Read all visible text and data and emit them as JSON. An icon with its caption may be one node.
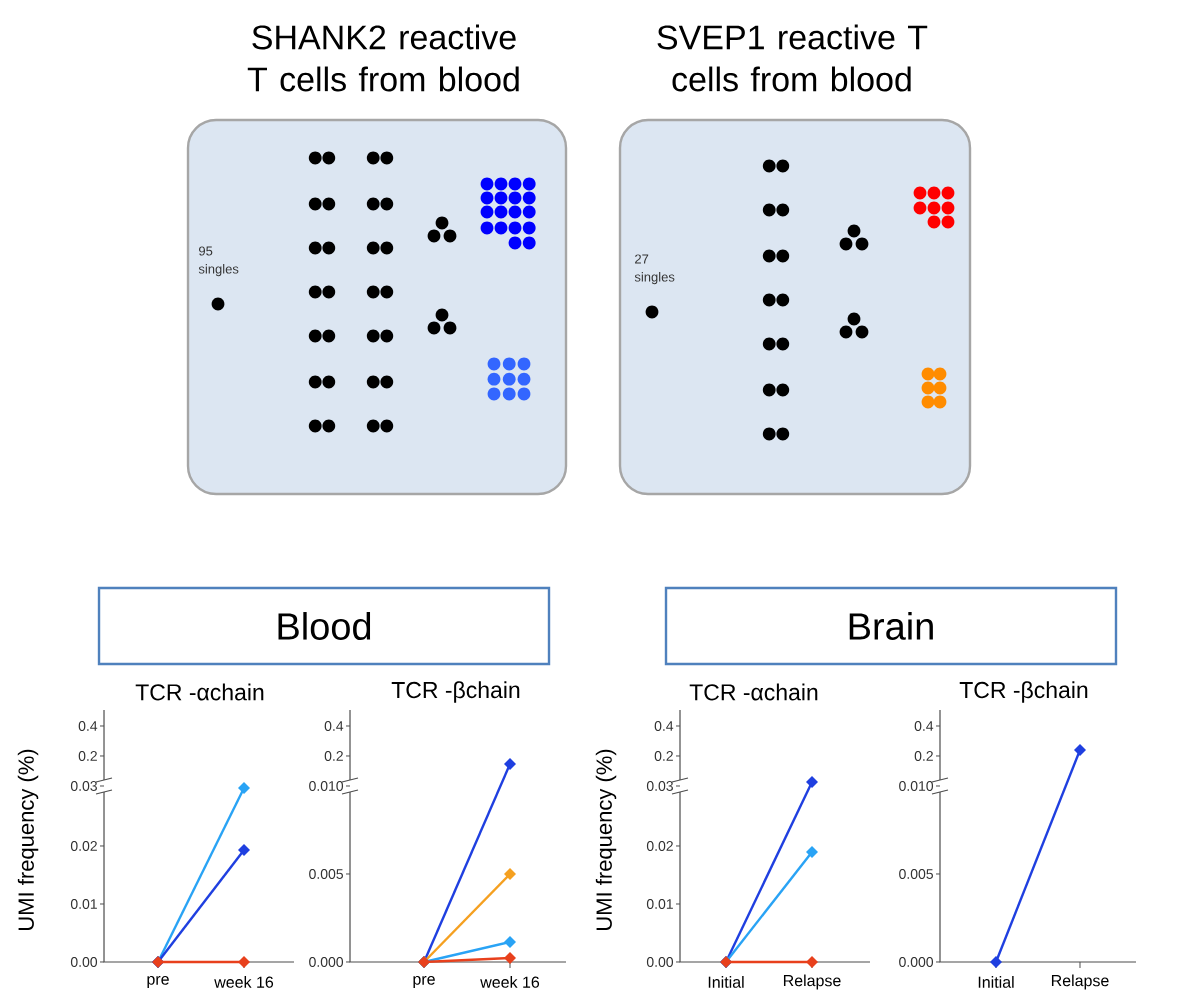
{
  "diagram": {
    "nodes": [
      {
        "text": [
          "SHANK2 reactive T cells from blood",
          "95 singles"
        ]
      },
      {
        "text": [
          "SVEP1 reactive T cells from blood",
          "27 singles"
        ]
      },
      {
        "text": [
          "Blood"
        ]
      },
      {
        "text": [
          "Brain"
        ]
      }
    ],
    "labels": [
      "TCR -αchain",
      "TCR -βchain",
      "TCR -αchain",
      "TCR -βchain",
      "UMI frequency (%)",
      "0.4",
      "0.2",
      "0.03",
      "0.02",
      "0.01",
      "0.00",
      "pre",
      "week 16",
      "0.4",
      "0.2",
      "0.010",
      "0.005",
      "0.000",
      "pre",
      "week 16",
      "UMI frequency (%)",
      "0.4",
      "0.2",
      "0.03",
      "0.02",
      "0.01",
      "0.00",
      "Initial",
      "Relapse",
      "0.4",
      "0.2",
      "0.010",
      "0.005",
      "0.000",
      "Initial",
      "Relapse"
    ]
  }
}
